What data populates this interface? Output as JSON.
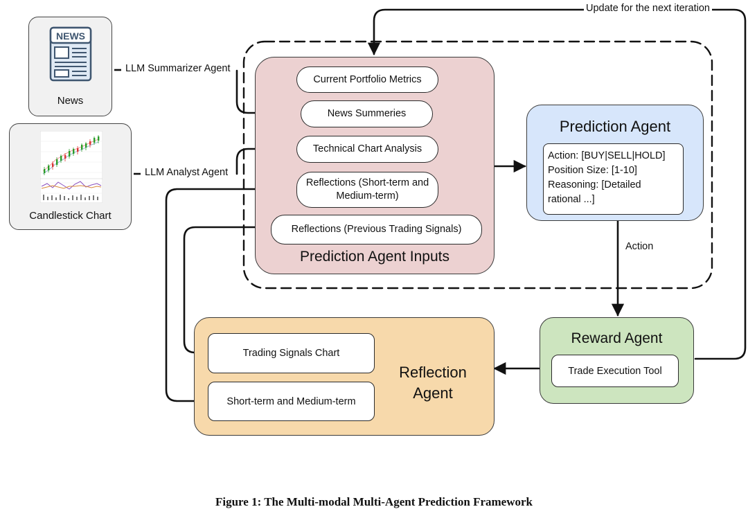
{
  "sources": {
    "news": {
      "label": "News",
      "icon": "newspaper-icon",
      "masthead": "NEWS"
    },
    "chart": {
      "label": "Candlestick Chart",
      "icon": "candlestick-chart-thumbnail"
    }
  },
  "agents": {
    "summarizer": "LLM Summarizer Agent",
    "analyst": "LLM Analyst Agent"
  },
  "inputs_panel": {
    "title": "Prediction Agent Inputs",
    "color": "#ecd1d1",
    "items": [
      "Current Portfolio Metrics",
      "News Summeries",
      "Technical Chart Analysis",
      "Reflections (Short-term and Medium-term)",
      "Reflections (Previous Trading Signals)"
    ]
  },
  "prediction_agent": {
    "title": "Prediction Agent",
    "color": "#d7e6fb",
    "output_lines": [
      "Action: [BUY|SELL|HOLD]",
      "Position Size: [1-10]",
      "Reasoning: [Detailed",
      "rational ...]"
    ]
  },
  "reward_agent": {
    "title": "Reward Agent",
    "color": "#cde5bf",
    "tool": "Trade Execution Tool"
  },
  "reflection_agent": {
    "title": "Reflection Agent",
    "color": "#f7d9ab",
    "items": [
      "Trading Signals Chart",
      "Short-term and Medium-term"
    ]
  },
  "labels": {
    "update": "Update for the  next iteration",
    "action": "Action"
  },
  "caption": "Figure 1: The Multi-modal Multi-Agent Prediction Framework"
}
